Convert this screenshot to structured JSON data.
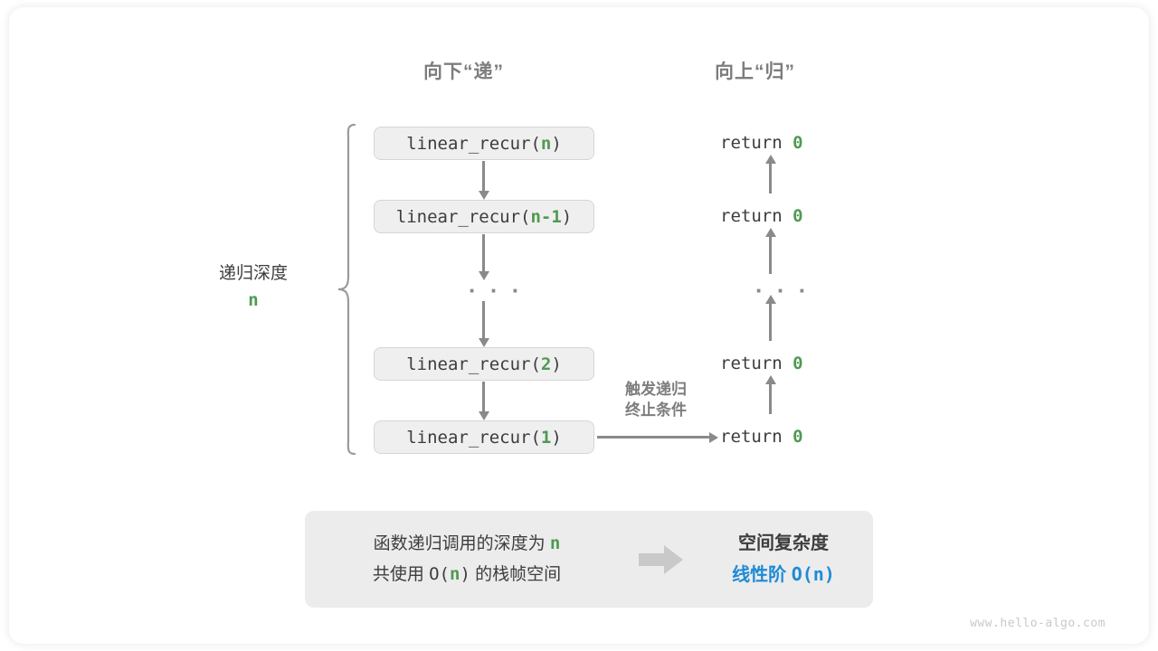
{
  "diagram": {
    "headers": {
      "down": "向下“递”",
      "up": "向上“归”"
    },
    "depth": {
      "label": "递归深度",
      "value": "n"
    },
    "calls": [
      {
        "prefix": "linear_recur(",
        "arg": "n",
        "suffix": ")"
      },
      {
        "prefix": "linear_recur(",
        "arg": "n-1",
        "suffix": ")"
      },
      {
        "prefix": "linear_recur(",
        "arg": "2",
        "suffix": ")"
      },
      {
        "prefix": "linear_recur(",
        "arg": "1",
        "suffix": ")"
      }
    ],
    "returns": [
      {
        "keyword": "return",
        "value": "0"
      },
      {
        "keyword": "return",
        "value": "0"
      },
      {
        "keyword": "return",
        "value": "0"
      },
      {
        "keyword": "return",
        "value": "0"
      }
    ],
    "ellipsis": "· · ·",
    "termination_label": "触发递归\n终止条件",
    "termination_line1": "触发递归",
    "termination_line2": "终止条件"
  },
  "summary": {
    "line1_a": "函数递归调用的深度为 ",
    "line1_n": "n",
    "line2_a": "共使用 ",
    "line2_o": "O(",
    "line2_n": "n",
    "line2_b": ")",
    "line2_c": " 的栈帧空间",
    "title": "空间复杂度",
    "value_label": "线性阶 ",
    "value_mono": "O(n)"
  },
  "footer": {
    "url": "www.hello-algo.com"
  },
  "colors": {
    "green": "#4e9a52",
    "blue": "#1f8ad6",
    "gray_text": "#3d3d3d",
    "gray_muted": "#7d7d7d",
    "arrow": "#8a8a8a",
    "box_fill": "#efefef",
    "box_border": "#d6d6d6",
    "panel_fill": "#ececec"
  }
}
